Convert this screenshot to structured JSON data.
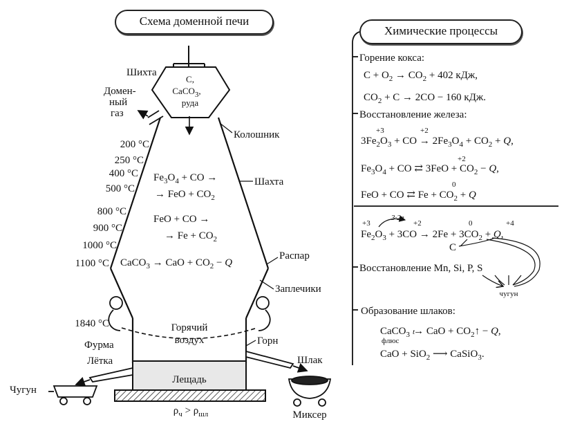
{
  "left_panel": {
    "title": "Схема доменной печи",
    "labels": {
      "shikhta": "Шихта",
      "charge_line1": "C,",
      "charge_line2a": "CaCO",
      "charge_line2_sub": "3",
      "charge_line2b": ",",
      "charge_line3": "руда",
      "gas_line1": "Домен-",
      "gas_line2": "ный",
      "gas_line3": "газ",
      "koloshnik": "Колошник",
      "shakhta": "Шахта",
      "raspar": "Распар",
      "zaplechiki": "Заплечики",
      "goryachiy": "Горячий",
      "vozdukh": "воздух",
      "furma": "Фурма",
      "letka": "Лётка",
      "gorn": "Горн",
      "shlak": "Шлак",
      "ledshad": "Лещадь",
      "chugun": "Чугун",
      "mikser": "Миксер",
      "rho_a": "ρ",
      "rho_a_sub": "ч",
      "rho_gt": " > ρ",
      "rho_b_sub": "шл"
    },
    "temperatures": [
      "200 °C",
      "250 °C",
      "400 °C",
      "500 °C",
      "800 °C",
      "900 °C",
      "1000 °C",
      "1100 °C",
      "1840 °C"
    ],
    "reactions": {
      "r1_line1_a": "Fe",
      "r1_line1_s1": "3",
      "r1_line1_b": "O",
      "r1_line1_s2": "4",
      "r1_line1_c": " + CO →",
      "r1_line2_a": "→ FeO + CO",
      "r1_line2_s": "2",
      "r2_line1": "FeO + CO →",
      "r2_line2_a": "→ Fe + CO",
      "r2_line2_s": "2",
      "r3_a": "CaCO",
      "r3_s1": "3",
      "r3_b": " → CaO + CO",
      "r3_s2": "2",
      "r3_c": " − ",
      "r3_q": "Q"
    }
  },
  "right_panel": {
    "title": "Химические процессы",
    "sec1": "Горение кокса:",
    "eq1_a": "C + O",
    "eq1_s1": "2",
    "eq1_b": " → CO",
    "eq1_s2": "2",
    "eq1_c": " + 402 кДж,",
    "eq2_a": "CO",
    "eq2_s1": "2",
    "eq2_b": " + C → 2CO − 160 кДж.",
    "sec2": "Восстановление железа:",
    "eq3_ox1": "+3",
    "eq3_ox2": "+2",
    "eq3_a": "3Fe",
    "eq3_s1": "2",
    "eq3_b": "O",
    "eq3_s2": "3",
    "eq3_c": " + CO → 2Fe",
    "eq3_s3": "3",
    "eq3_d": "O",
    "eq3_s4": "4",
    "eq3_e": " + CO",
    "eq3_s5": "2",
    "eq3_f": " + ",
    "eq3_q": "Q",
    "eq3_tail": ",",
    "eq4_ox": "+2",
    "eq4_a": "Fe",
    "eq4_s1": "3",
    "eq4_b": "O",
    "eq4_s2": "4",
    "eq4_c": " + CO ⇄ 3FeO + CO",
    "eq4_s3": "2",
    "eq4_d": " − ",
    "eq4_q": "Q",
    "eq4_tail": ",",
    "eq5_ox": "0",
    "eq5_a": "FeO + CO ⇄ Fe + CO",
    "eq5_s1": "2",
    "eq5_b": " + ",
    "eq5_q": "Q",
    "eq6_ox1": "+3",
    "eq6_electrons": "3·2e",
    "eq6_ox2": "+2",
    "eq6_ox3": "0",
    "eq6_ox4": "+4",
    "eq6_a": "Fe",
    "eq6_s1": "2",
    "eq6_b": "O",
    "eq6_s2": "3",
    "eq6_c": " + 3CO → 2Fe + 3CO",
    "eq6_s3": "2",
    "eq6_d": " + ",
    "eq6_q": "Q",
    "eq6_tail": ",",
    "eq6_c_label": "C",
    "sec3": "Восстановление Mn, Si, P, S",
    "chugun_small": "чугун",
    "sec4": "Образование шлаков:",
    "eq7_a": "CaCO",
    "eq7_s1": "3",
    "eq7_flux": "флюс",
    "eq7_t": "t",
    "eq7_b": " CaO + CO",
    "eq7_s2": "2",
    "eq7_c": "↑ − ",
    "eq7_q": "Q",
    "eq7_tail": ",",
    "eq8_a": "CaO + SiO",
    "eq8_s1": "2",
    "eq8_b": " ⟶ CaSiO",
    "eq8_s2": "3",
    "eq8_tail": "."
  }
}
